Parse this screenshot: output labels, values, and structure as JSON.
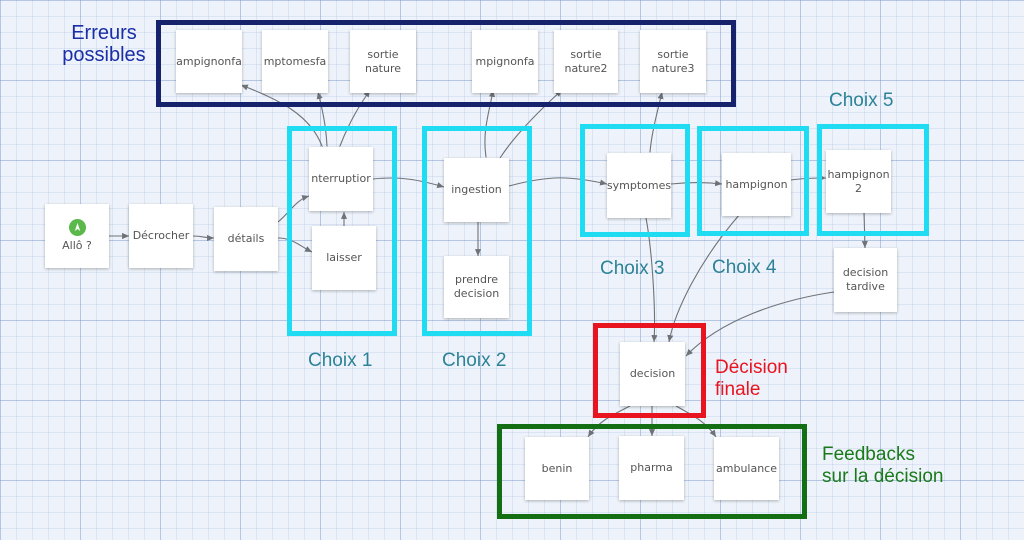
{
  "colors": {
    "errors_frame": "#16226b",
    "choice_frame": "#1fdcf2",
    "decision_frame": "#e8141f",
    "feedback_frame": "#146e14",
    "choice_label": "#2c8296",
    "decision_label": "#e8141f",
    "feedback_label": "#1a7a1a",
    "errors_label": "#1a2ea6",
    "edge": "#6f7378",
    "start_icon": "#5bb84a"
  },
  "labels": {
    "errors": "Erreurs\npossibles",
    "choix1": "Choix 1",
    "choix2": "Choix 2",
    "choix3": "Choix 3",
    "choix4": "Choix 4",
    "choix5": "Choix 5",
    "decision_finale": "Décision\nfinale",
    "feedbacks": "Feedbacks\nsur la décision"
  },
  "nodes": {
    "allo": "Allô ?",
    "decrocher": "Décrocher",
    "details": "détails",
    "interruption": "nterruptior",
    "laisser": "laisser",
    "ingestion": "ingestion",
    "prendre_decision": "prendre\ndecision",
    "symptomes": "symptomes",
    "champignon": "hampignon",
    "champignon2": "hampignon\n2",
    "decision_tardive": "decision\ntardive",
    "decision": "decision",
    "benin": "benin",
    "pharma": "pharma",
    "ambulance": "ambulance",
    "err_champignonfa": "ampignonfa",
    "err_symptomesfa": "mptomesfa",
    "err_sortie_nature": "sortie\nnature",
    "err_champignonfa2": "mpignonfa",
    "err_sortie_nature2": "sortie\nnature2",
    "err_sortie_nature3": "sortie\nnature3"
  },
  "icons": {
    "start": "map-pin-icon"
  }
}
